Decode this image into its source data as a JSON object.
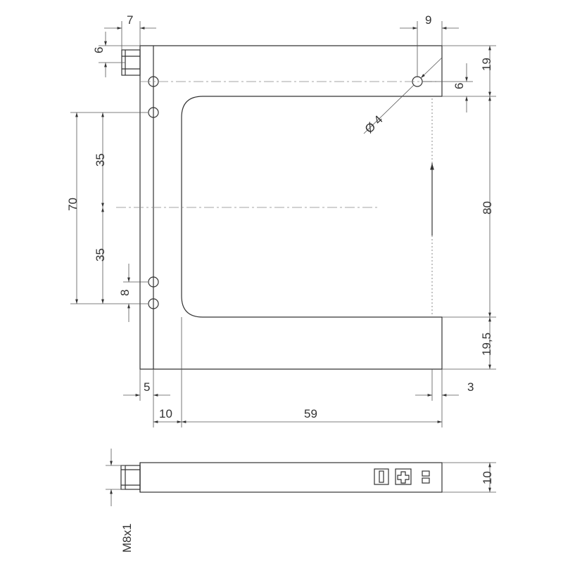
{
  "drawing": {
    "colors": {
      "line": "#333333",
      "dimension": "#555555",
      "centerline": "#888888",
      "background": "#ffffff"
    },
    "dimensions": {
      "connector_offset": "7",
      "connector_height": "6",
      "hole_offset_right": "9",
      "hole_row_top": "19",
      "top_step": "6",
      "hole_diameter": "Ø 4",
      "lower_half": "35",
      "upper_half": "35",
      "total_span": "70",
      "hole_spacing": "8",
      "slot_depth": "80",
      "bottom_leg": "19,5",
      "left_edge": "5",
      "right_edge": "3",
      "back_width": "10",
      "slot_width": "59",
      "thickness": "10",
      "thread": "M8x1"
    },
    "side_view": {
      "icons": [
        "minus-button-icon",
        "plus-button-icon",
        "led-indicator-icon"
      ]
    }
  }
}
